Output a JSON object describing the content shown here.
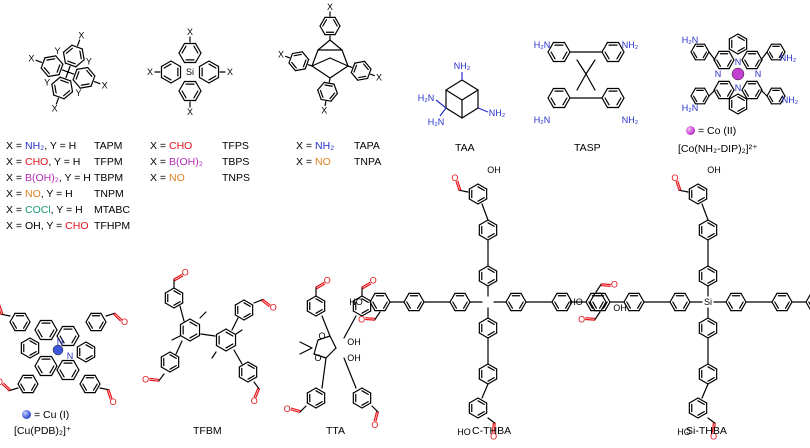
{
  "tapm": {
    "rows": [
      {
        "x": "NH₂",
        "x_color": "blue",
        "y": "H",
        "y_color": "",
        "code": "TAPM"
      },
      {
        "x": "CHO",
        "x_color": "red",
        "y": "H",
        "y_color": "",
        "code": "TFPM"
      },
      {
        "x": "B(OH)₂",
        "x_color": "mag",
        "y": "H",
        "y_color": "",
        "code": "TBPM"
      },
      {
        "x": "NO",
        "x_color": "org",
        "y": "H",
        "y_color": "",
        "code": "TNPM"
      },
      {
        "x": "COCl",
        "x_color": "teal",
        "y": "H",
        "y_color": "",
        "code": "MTABC"
      },
      {
        "x": "OH",
        "x_color": "",
        "y": "CHO",
        "y_color": "red",
        "code": "TFHPM"
      }
    ]
  },
  "tfps": {
    "rows": [
      {
        "x": "CHO",
        "x_color": "red",
        "code": "TFPS"
      },
      {
        "x": "B(OH)₂",
        "x_color": "mag",
        "code": "TBPS"
      },
      {
        "x": "NO",
        "x_color": "org",
        "code": "TNPS"
      }
    ]
  },
  "tapa": {
    "rows": [
      {
        "x": "NH₂",
        "x_color": "blue",
        "code": "TAPA"
      },
      {
        "x": "NO",
        "x_color": "org",
        "code": "TNPA"
      }
    ]
  },
  "labels": {
    "x_eq": "X = ",
    "y_eq": ", Y = ",
    "taa": "TAA",
    "tasp": "TASP",
    "co_legend": "= Co (II)",
    "co_complex": "[Co(NH₂-DIP)₂]²⁺",
    "cu_legend": "= Cu (I)",
    "cu_complex": "[Cu(PDB)₂]⁺",
    "tfbm": "TFBM",
    "tta": "TTA",
    "cthba": "C-THBA",
    "sithba": "Si-THBA"
  },
  "atoms": {
    "x": "X",
    "y": "Y",
    "si": "Si",
    "nh2": "NH₂",
    "h2n": "H₂N",
    "n": "N",
    "o": "O",
    "oh": "OH",
    "ho": "HO",
    "co": "Co"
  },
  "colors": {
    "red": "#e4141b",
    "blue": "#2430c8",
    "mag": "#b32bb8",
    "org": "#e0801f",
    "teal": "#1a9a7a",
    "co_ball": "#c33fcf",
    "cu_ball": "#3b56d8"
  }
}
